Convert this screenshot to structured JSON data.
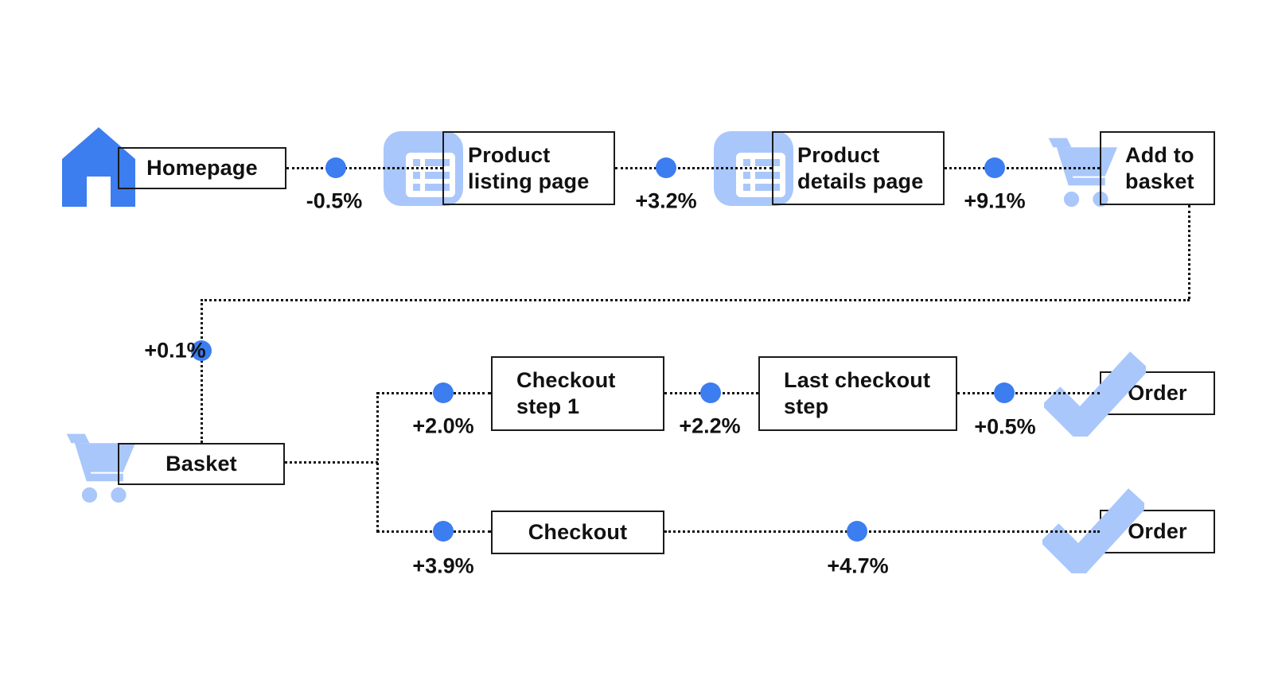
{
  "diagram_title": "E-commerce journey flow",
  "colors": {
    "accent_blue": "#3c7df0",
    "light_blue": "#a9c7fb",
    "line_black": "#111111",
    "box_border": "#1b1b1b"
  },
  "nodes": {
    "homepage": {
      "label": "Homepage",
      "icon": "home-icon"
    },
    "product_listing_page": {
      "line1": "Product",
      "line2": "listing page",
      "icon": "page-list-icon"
    },
    "product_details_page": {
      "line1": "Product",
      "line2": "details page",
      "icon": "page-list-icon"
    },
    "add_to_basket": {
      "line1": "Add to",
      "line2": "basket",
      "icon": "cart-icon"
    },
    "basket": {
      "label": "Basket",
      "icon": "cart-icon"
    },
    "checkout_step_1": {
      "line1": "Checkout",
      "line2": "step 1"
    },
    "last_checkout_step": {
      "line1": "Last checkout",
      "line2": "step"
    },
    "order_upper": {
      "label": "Order",
      "icon": "check-icon"
    },
    "checkout": {
      "label": "Checkout"
    },
    "order_lower": {
      "label": "Order",
      "icon": "check-icon"
    }
  },
  "edges": {
    "homepage_to_listing": {
      "delta": "-0.5%"
    },
    "listing_to_details": {
      "delta": "+3.2%"
    },
    "details_to_add_to_basket": {
      "delta": "+9.1%"
    },
    "add_to_basket_to_basket": {
      "delta": "+0.1%"
    },
    "basket_to_checkout_step_1": {
      "delta": "+2.0%"
    },
    "checkout_step_1_to_last": {
      "delta": "+2.2%"
    },
    "last_to_order": {
      "delta": "+0.5%"
    },
    "basket_to_checkout": {
      "delta": "+3.9%"
    },
    "checkout_to_order": {
      "delta": "+4.7%"
    }
  }
}
